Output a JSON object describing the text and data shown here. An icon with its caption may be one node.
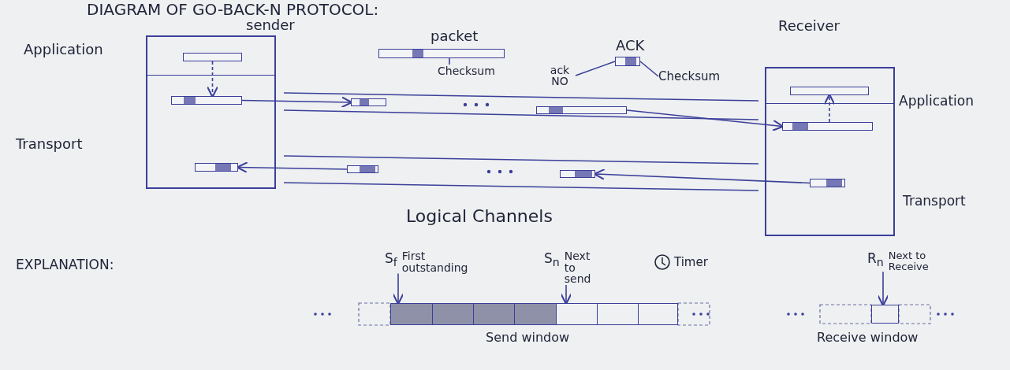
{
  "diagram": {
    "title": "DIAGRAM OF GO-BACK-N PROTOCOL:",
    "nodes": [
      {
        "text": [
          "sender"
        ]
      },
      {
        "text": [],
        "shape": "bar",
        "in": 0
      },
      {
        "text": [],
        "shape": "bar",
        "in": 0
      },
      {
        "text": [],
        "shape": "bar",
        "in": 0
      },
      {
        "text": [
          "Receiver"
        ]
      },
      {
        "text": [],
        "shape": "bar",
        "in": 4
      },
      {
        "text": [],
        "shape": "bar",
        "in": 4
      },
      {
        "text": [],
        "shape": "bar",
        "in": 4
      },
      {
        "text": [],
        "shape": "bar"
      },
      {
        "text": [],
        "shape": "bar"
      },
      {
        "text": [],
        "shape": "bar"
      },
      {
        "text": [],
        "shape": "bar"
      },
      {
        "text": [
          "packet"
        ]
      },
      {
        "text": [
          "Checksum"
        ]
      },
      {
        "text": [
          "ACK"
        ]
      },
      {
        "text": [
          "ack NO"
        ]
      },
      {
        "text": [
          "Checksum"
        ]
      },
      {
        "text": [
          "Send window"
        ]
      },
      {
        "text": [
          "S$_{f}$",
          "First outstanding"
        ]
      },
      {
        "text": [
          "S$_{n}$",
          "Next to send"
        ]
      },
      {
        "text": [
          "Receive window"
        ]
      },
      {
        "text": [
          "R$_{n}$",
          "Next to Receive"
        ]
      }
    ],
    "edges": [
      {
        "from": 1,
        "to": 2,
        "arrow": "to",
        "style": "dashed"
      },
      {
        "from": 2,
        "to": 8,
        "arrow": "to"
      },
      {
        "from": 9,
        "to": 6,
        "arrow": "to"
      },
      {
        "from": 6,
        "to": 5,
        "arrow": "to",
        "style": "dashed"
      },
      {
        "from": 7,
        "to": 11,
        "arrow": "to"
      },
      {
        "from": 10,
        "to": 3,
        "arrow": "to"
      },
      {
        "from": 13,
        "to": 12,
        "arrow": "none"
      },
      {
        "from": 15,
        "to": 14,
        "arrow": "none"
      },
      {
        "from": 16,
        "to": 14,
        "arrow": "none"
      },
      {
        "from": 18,
        "to": 17,
        "arrow": "to"
      },
      {
        "from": 19,
        "to": 17,
        "arrow": "to"
      },
      {
        "from": 21,
        "to": 20,
        "arrow": "to"
      }
    ],
    "labels": [
      "Application",
      "Transport",
      "Application",
      "Transport",
      "Logical Channels",
      "EXPLANATION:",
      "Timer"
    ]
  }
}
